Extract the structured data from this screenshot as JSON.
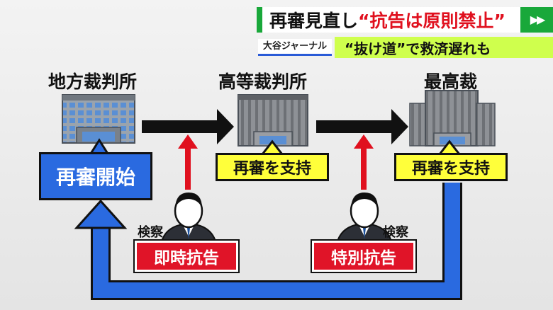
{
  "header": {
    "title_black": "再審見直し",
    "title_red": "“抗告は原則禁止”",
    "brand": "大谷ジャーナル",
    "subtitle": "“抜け道”で救済遅れも",
    "play_glyph": "▶▶"
  },
  "courts": {
    "district": "地方裁判所",
    "high": "高等裁判所",
    "supreme": "最高裁"
  },
  "decisions": {
    "district": "再審開始",
    "high": "再審を支持",
    "supreme": "再審を支持"
  },
  "appeals": {
    "left_actor": "検察",
    "left_action": "即時抗告",
    "right_actor": "検察",
    "right_action": "特別抗告"
  },
  "colors": {
    "green": "#19a83a",
    "red": "#e0101e",
    "blue": "#2a6ae0",
    "yellow": "#ffff3a",
    "lime": "#cfff4d"
  }
}
